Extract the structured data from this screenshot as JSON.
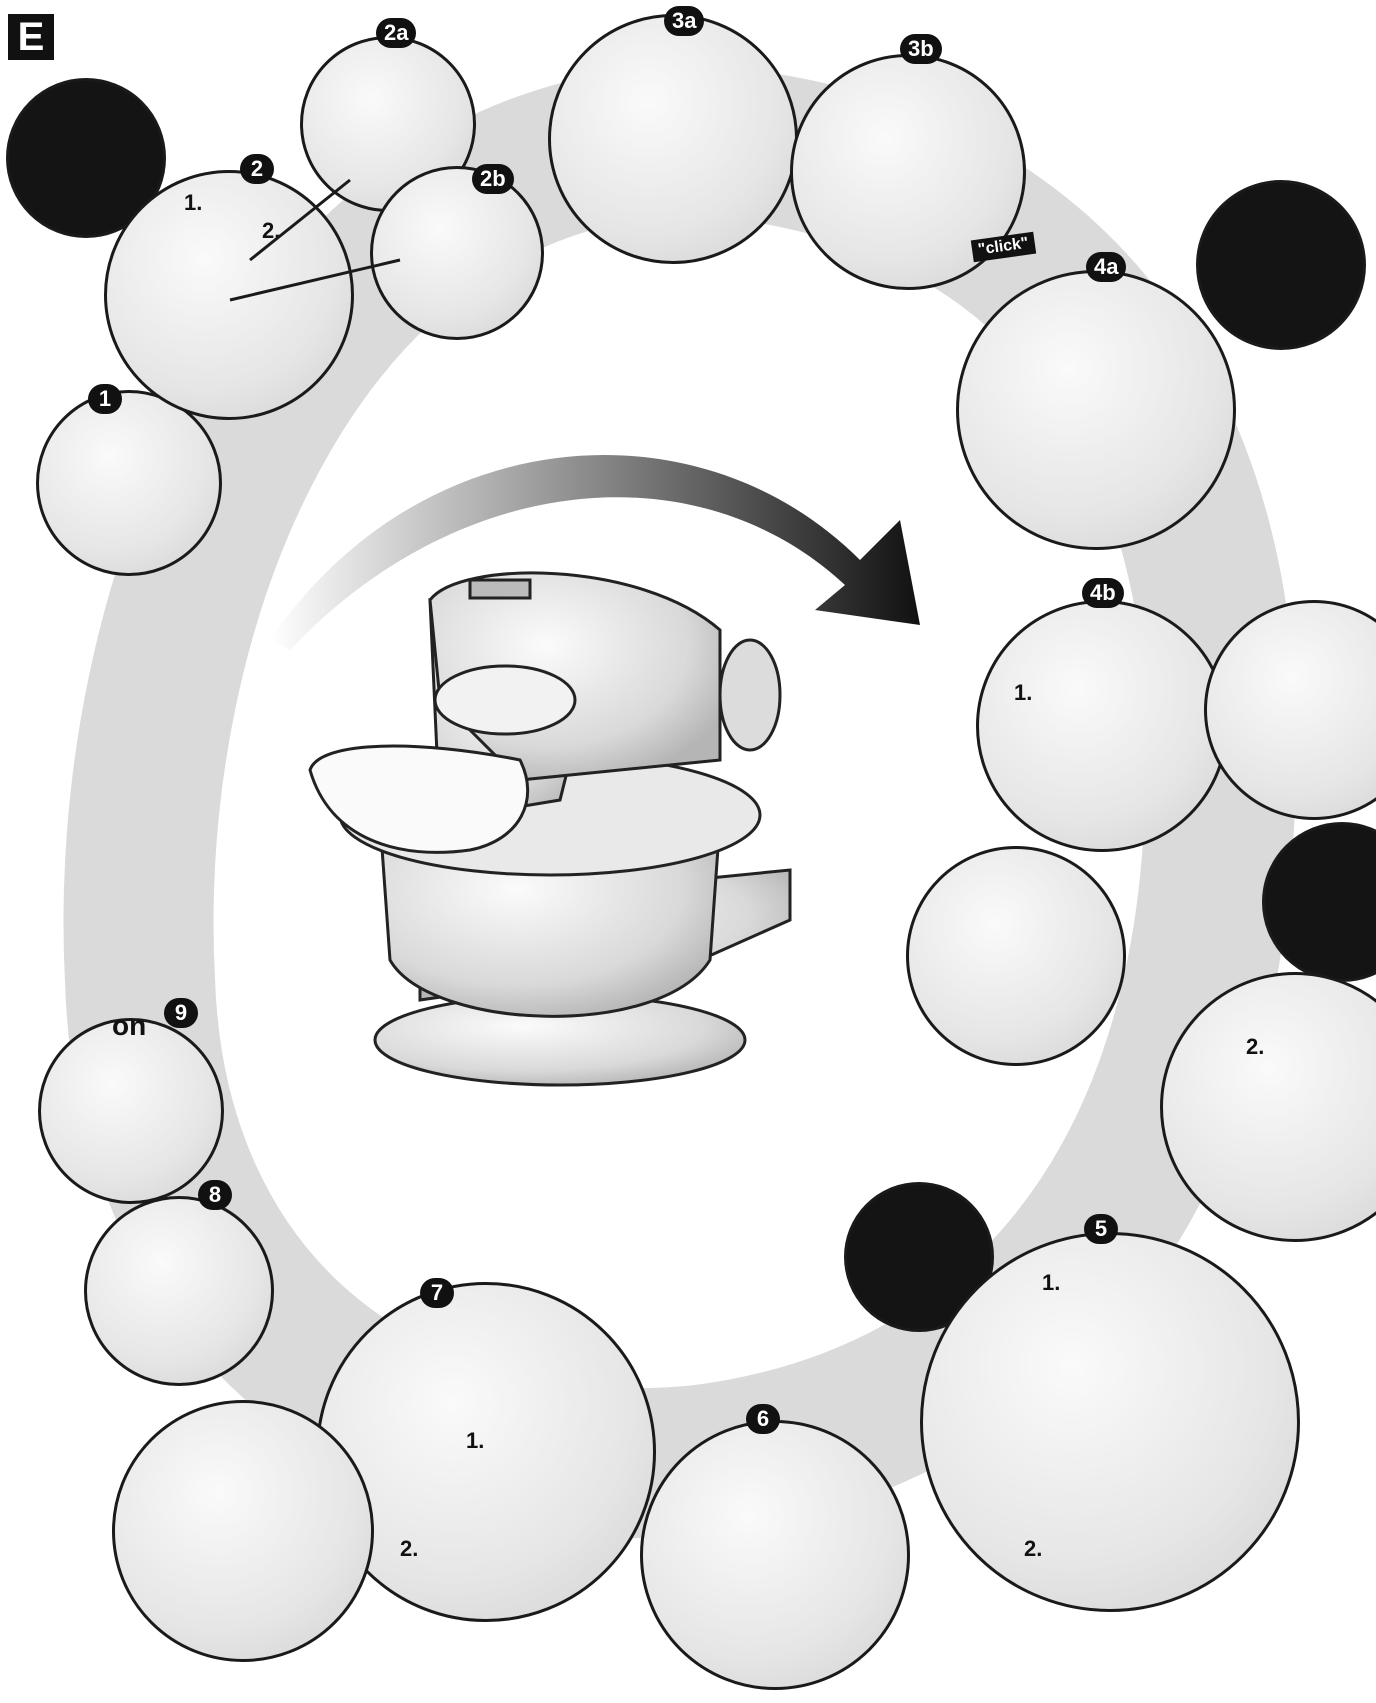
{
  "section": {
    "label": "E"
  },
  "steps": [
    {
      "id": "1",
      "badge": "1"
    },
    {
      "id": "2",
      "badge": "2",
      "annotations": [
        "1.",
        "2."
      ]
    },
    {
      "id": "2a",
      "badge": "2a"
    },
    {
      "id": "2b",
      "badge": "2b"
    },
    {
      "id": "3a",
      "badge": "3a"
    },
    {
      "id": "3b",
      "badge": "3b",
      "annotations": [
        "\"click\""
      ]
    },
    {
      "id": "4a",
      "badge": "4a"
    },
    {
      "id": "4b",
      "badge": "4b",
      "annotations": [
        "1.",
        "2."
      ]
    },
    {
      "id": "5",
      "badge": "5",
      "annotations": [
        "1.",
        "2."
      ]
    },
    {
      "id": "6",
      "badge": "6"
    },
    {
      "id": "7",
      "badge": "7",
      "annotations": [
        "1.",
        "2."
      ]
    },
    {
      "id": "8",
      "badge": "8"
    },
    {
      "id": "9",
      "badge": "9",
      "annotations": [
        "on"
      ]
    }
  ],
  "colors": {
    "ink": "#111111",
    "shade": "#d4d4d4",
    "paper": "#ffffff"
  }
}
